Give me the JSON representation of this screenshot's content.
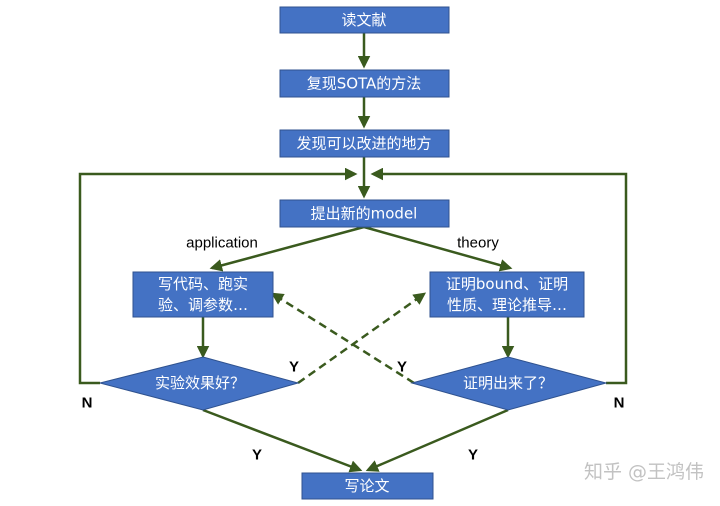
{
  "nodes": {
    "read": "读文献",
    "reproduce": "复现SOTA的方法",
    "find": "发现可以改进的地方",
    "propose": "提出新的model",
    "code_line1": "写代码、跑实",
    "code_line2": "验、调参数…",
    "prove_line1": "证明bound、证明",
    "prove_line2": "性质、理论推导…",
    "good_result": "实验效果好？",
    "proved": "证明出来了？",
    "write": "写论文"
  },
  "edge_labels": {
    "application": "application",
    "theory": "theory",
    "yes": "Y",
    "no": "N"
  },
  "watermark": "知乎 @王鸿伟",
  "colors": {
    "box_fill": "#4472c4",
    "edge": "#3a5a1e"
  }
}
